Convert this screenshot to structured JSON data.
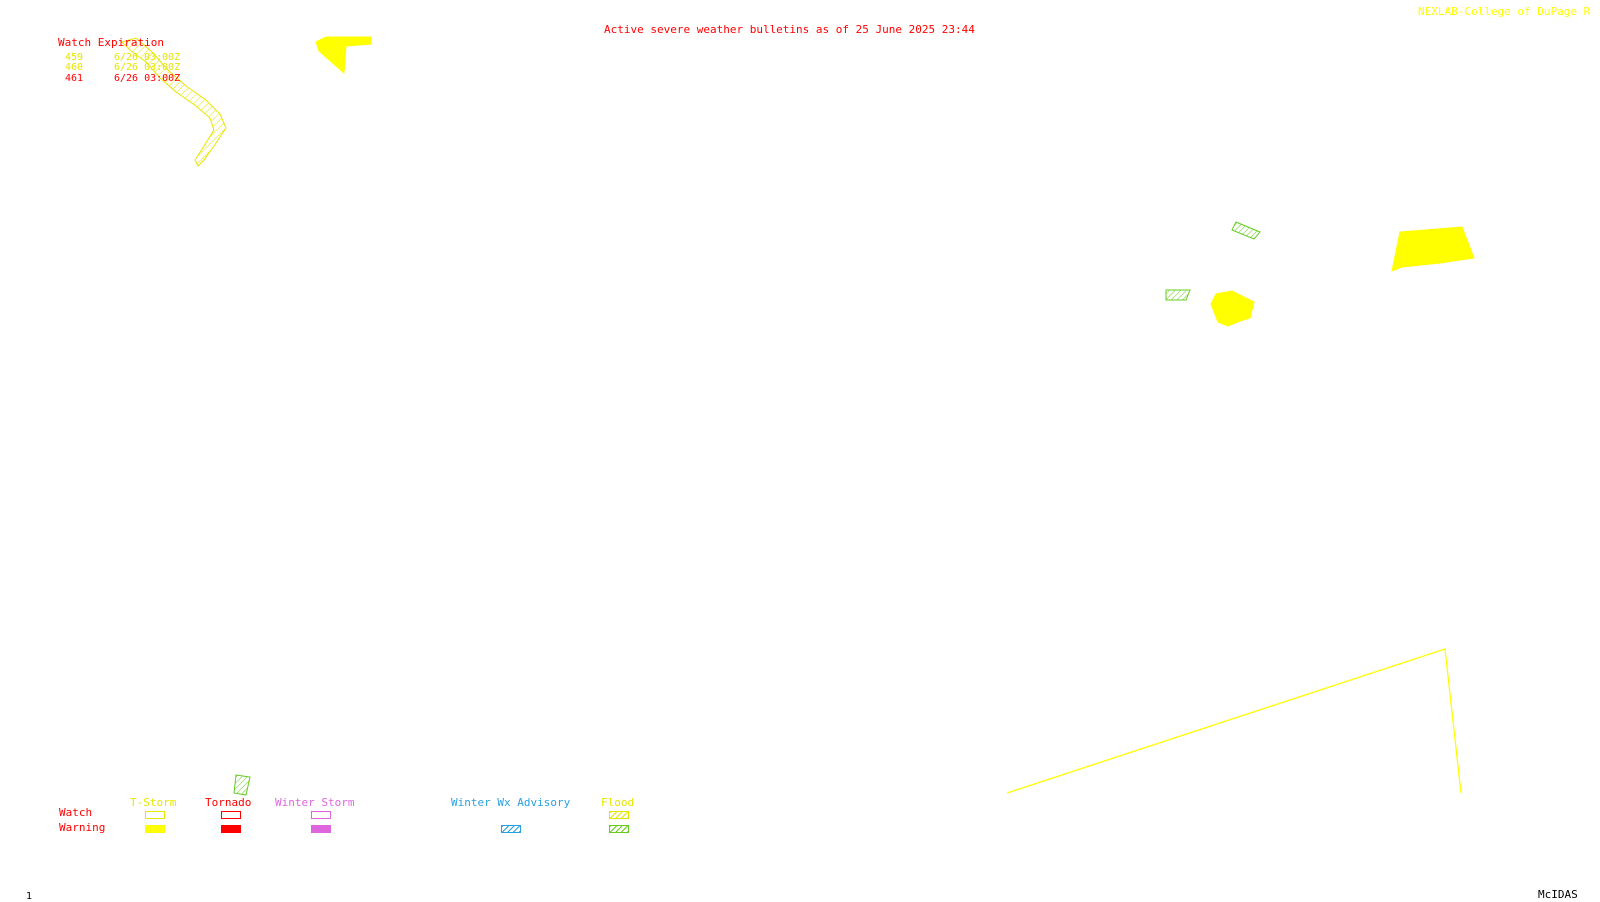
{
  "header": {
    "title": "Active severe weather bulletins as of 25 June 2025 23:44",
    "credit": "NEXLAB-College of DuPage R"
  },
  "watch_expiration": {
    "heading": "Watch Expiration",
    "rows": [
      {
        "id": "459",
        "expires": "6/26 03:00Z",
        "color": "#e6e600"
      },
      {
        "id": "460",
        "expires": "6/26 03:00Z",
        "color": "#e6e600"
      },
      {
        "id": "461",
        "expires": "6/26 03:00Z",
        "color": "#ff0000"
      }
    ]
  },
  "legend": {
    "row_labels": {
      "watch": "Watch",
      "warning": "Warning"
    },
    "columns": [
      {
        "label": "T-Storm",
        "color": "#e6e600"
      },
      {
        "label": "Tornado",
        "color": "#ff0000"
      },
      {
        "label": "Winter Storm",
        "color": "#dd66dd"
      },
      {
        "label": "Winter Wx Advisory",
        "color": "#2aa0e0"
      },
      {
        "label": "Flood",
        "color": "#e6e600"
      }
    ]
  },
  "footer": {
    "frame_number": "1",
    "software": "McIDAS"
  },
  "colors": {
    "tstorm": "#ffff00",
    "tornado": "#ff0000",
    "winter_storm": "#dd66dd",
    "winter_advisory": "#2aa0e0",
    "flood_watch": "#e6e600",
    "flood_warning": "#66cc22",
    "label_red": "#ff0000"
  }
}
